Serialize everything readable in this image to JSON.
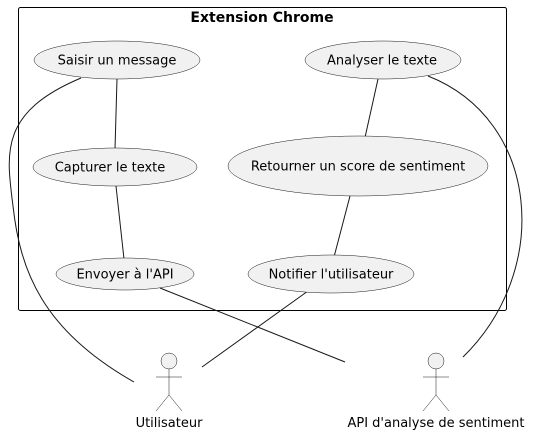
{
  "boundary": {
    "title": "Extension Chrome"
  },
  "usecases": {
    "saisir": "Saisir un message",
    "capturer": "Capturer le texte",
    "envoyer": "Envoyer à l'API",
    "analyser": "Analyser le texte",
    "retourner": "Retourner un score de sentiment",
    "notifier": "Notifier l'utilisateur"
  },
  "actors": {
    "utilisateur": "Utilisateur",
    "api": "API d'analyse de sentiment"
  },
  "colors": {
    "usecase_fill": "#f1f1f1",
    "stroke": "#181818",
    "background": "#ffffff"
  }
}
